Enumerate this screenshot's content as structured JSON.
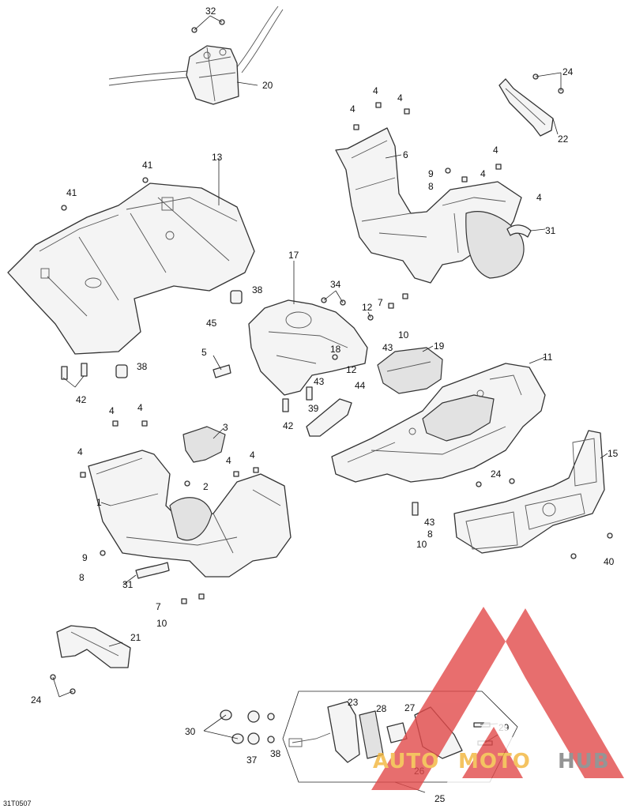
{
  "drawing_code": "31T0507",
  "watermark": {
    "auto": "AUTO",
    "moto": "MOTO",
    "hub": "HUB",
    "triangle_color": "#e24a4a",
    "auto_color": "#f2b53a",
    "hub_color": "#7b7b7b"
  },
  "callouts": [
    "32",
    "20",
    "24",
    "22",
    "4",
    "4",
    "4",
    "6",
    "41",
    "13",
    "41",
    "9",
    "8",
    "4",
    "4",
    "4",
    "31",
    "17",
    "34",
    "38",
    "45",
    "12",
    "7",
    "10",
    "18",
    "43",
    "19",
    "12",
    "11",
    "43",
    "44",
    "5",
    "42",
    "39",
    "38",
    "42",
    "4",
    "4",
    "3",
    "4",
    "4",
    "4",
    "2",
    "1",
    "15",
    "24",
    "43",
    "8",
    "10",
    "9",
    "8",
    "31",
    "40",
    "7",
    "10",
    "21",
    "24",
    "23",
    "28",
    "27",
    "29",
    "30",
    "37",
    "38",
    "26",
    "25"
  ]
}
